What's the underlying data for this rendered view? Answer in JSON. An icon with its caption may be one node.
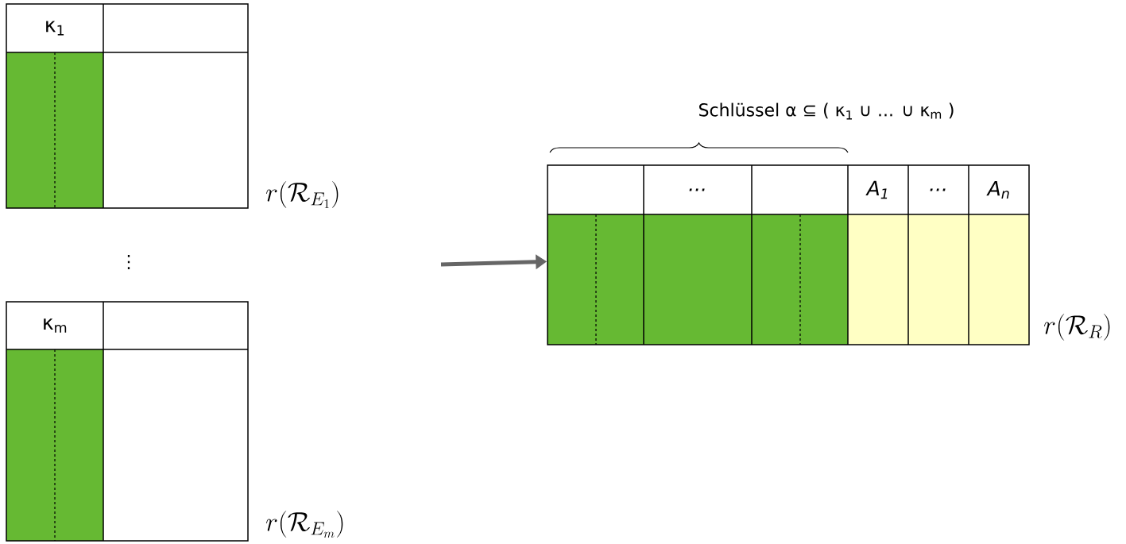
{
  "diagram": {
    "nodes": [
      {
        "text": [
          "κ$_{1}$"
        ],
        "beside": [
          "r(\\mathcal{R}_{E_1})"
        ]
      },
      {
        "text": [
          "κ$_{m}$"
        ],
        "beside": [
          "r(\\mathcal{R}_{E_m})"
        ]
      },
      {
        "text": [
          "...",
          "A$_{1}$",
          "...",
          "A$_{n}$"
        ],
        "beside": [
          "r(\\mathcal{R}_R)"
        ]
      }
    ],
    "edges": [
      {
        "from": null,
        "to": 2,
        "arrow": "to"
      }
    ],
    "labels": [
      "⋮",
      "Schlüssel α ⊆ ( κ$_{1}$ ∪ ... ∪ κ$_{m}$ )"
    ]
  }
}
